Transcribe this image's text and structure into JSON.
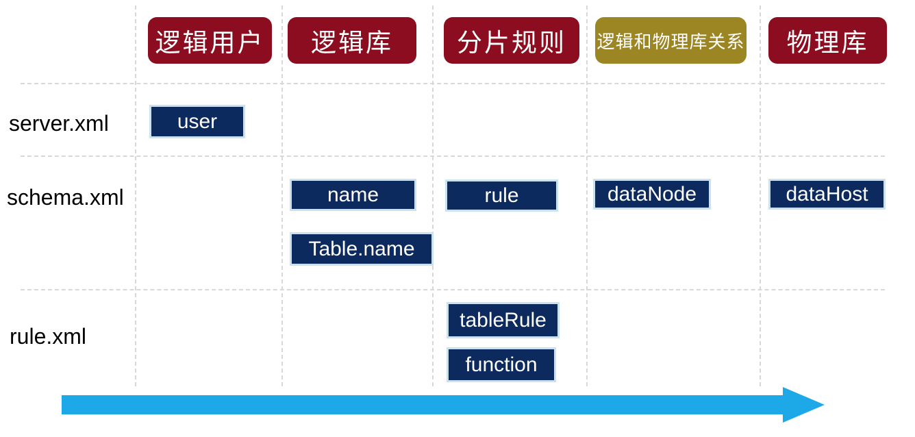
{
  "colors": {
    "header_red": "#8c0d1f",
    "header_gold": "#9c8624",
    "header_text": "#ffffff",
    "box_navy": "#0d2a5e",
    "box_border": "#c9e2ec",
    "box_text": "#ffffff",
    "arrow_cyan": "#1da9e8",
    "grid_line": "#d8d8d8",
    "label_text": "#000000"
  },
  "columns": [
    {
      "label": "逻辑用户"
    },
    {
      "label": "逻辑库"
    },
    {
      "label": "分片规则"
    },
    {
      "label": "逻辑和物理库关系"
    },
    {
      "label": "物理库"
    }
  ],
  "rows": [
    {
      "label": "server.xml"
    },
    {
      "label": "schema.xml"
    },
    {
      "label": "rule.xml"
    }
  ],
  "boxes": [
    {
      "label": "user",
      "row": "server.xml",
      "column": "逻辑用户"
    },
    {
      "label": "name",
      "row": "schema.xml",
      "column": "逻辑库"
    },
    {
      "label": "Table.name",
      "row": "schema.xml",
      "column": "逻辑库"
    },
    {
      "label": "rule",
      "row": "schema.xml",
      "column": "分片规则"
    },
    {
      "label": "dataNode",
      "row": "schema.xml",
      "column": "逻辑和物理库关系"
    },
    {
      "label": "dataHost",
      "row": "schema.xml",
      "column": "物理库"
    },
    {
      "label": "tableRule",
      "row": "rule.xml",
      "column": "分片规则"
    },
    {
      "label": "function",
      "row": "rule.xml",
      "column": "分片规则"
    }
  ]
}
